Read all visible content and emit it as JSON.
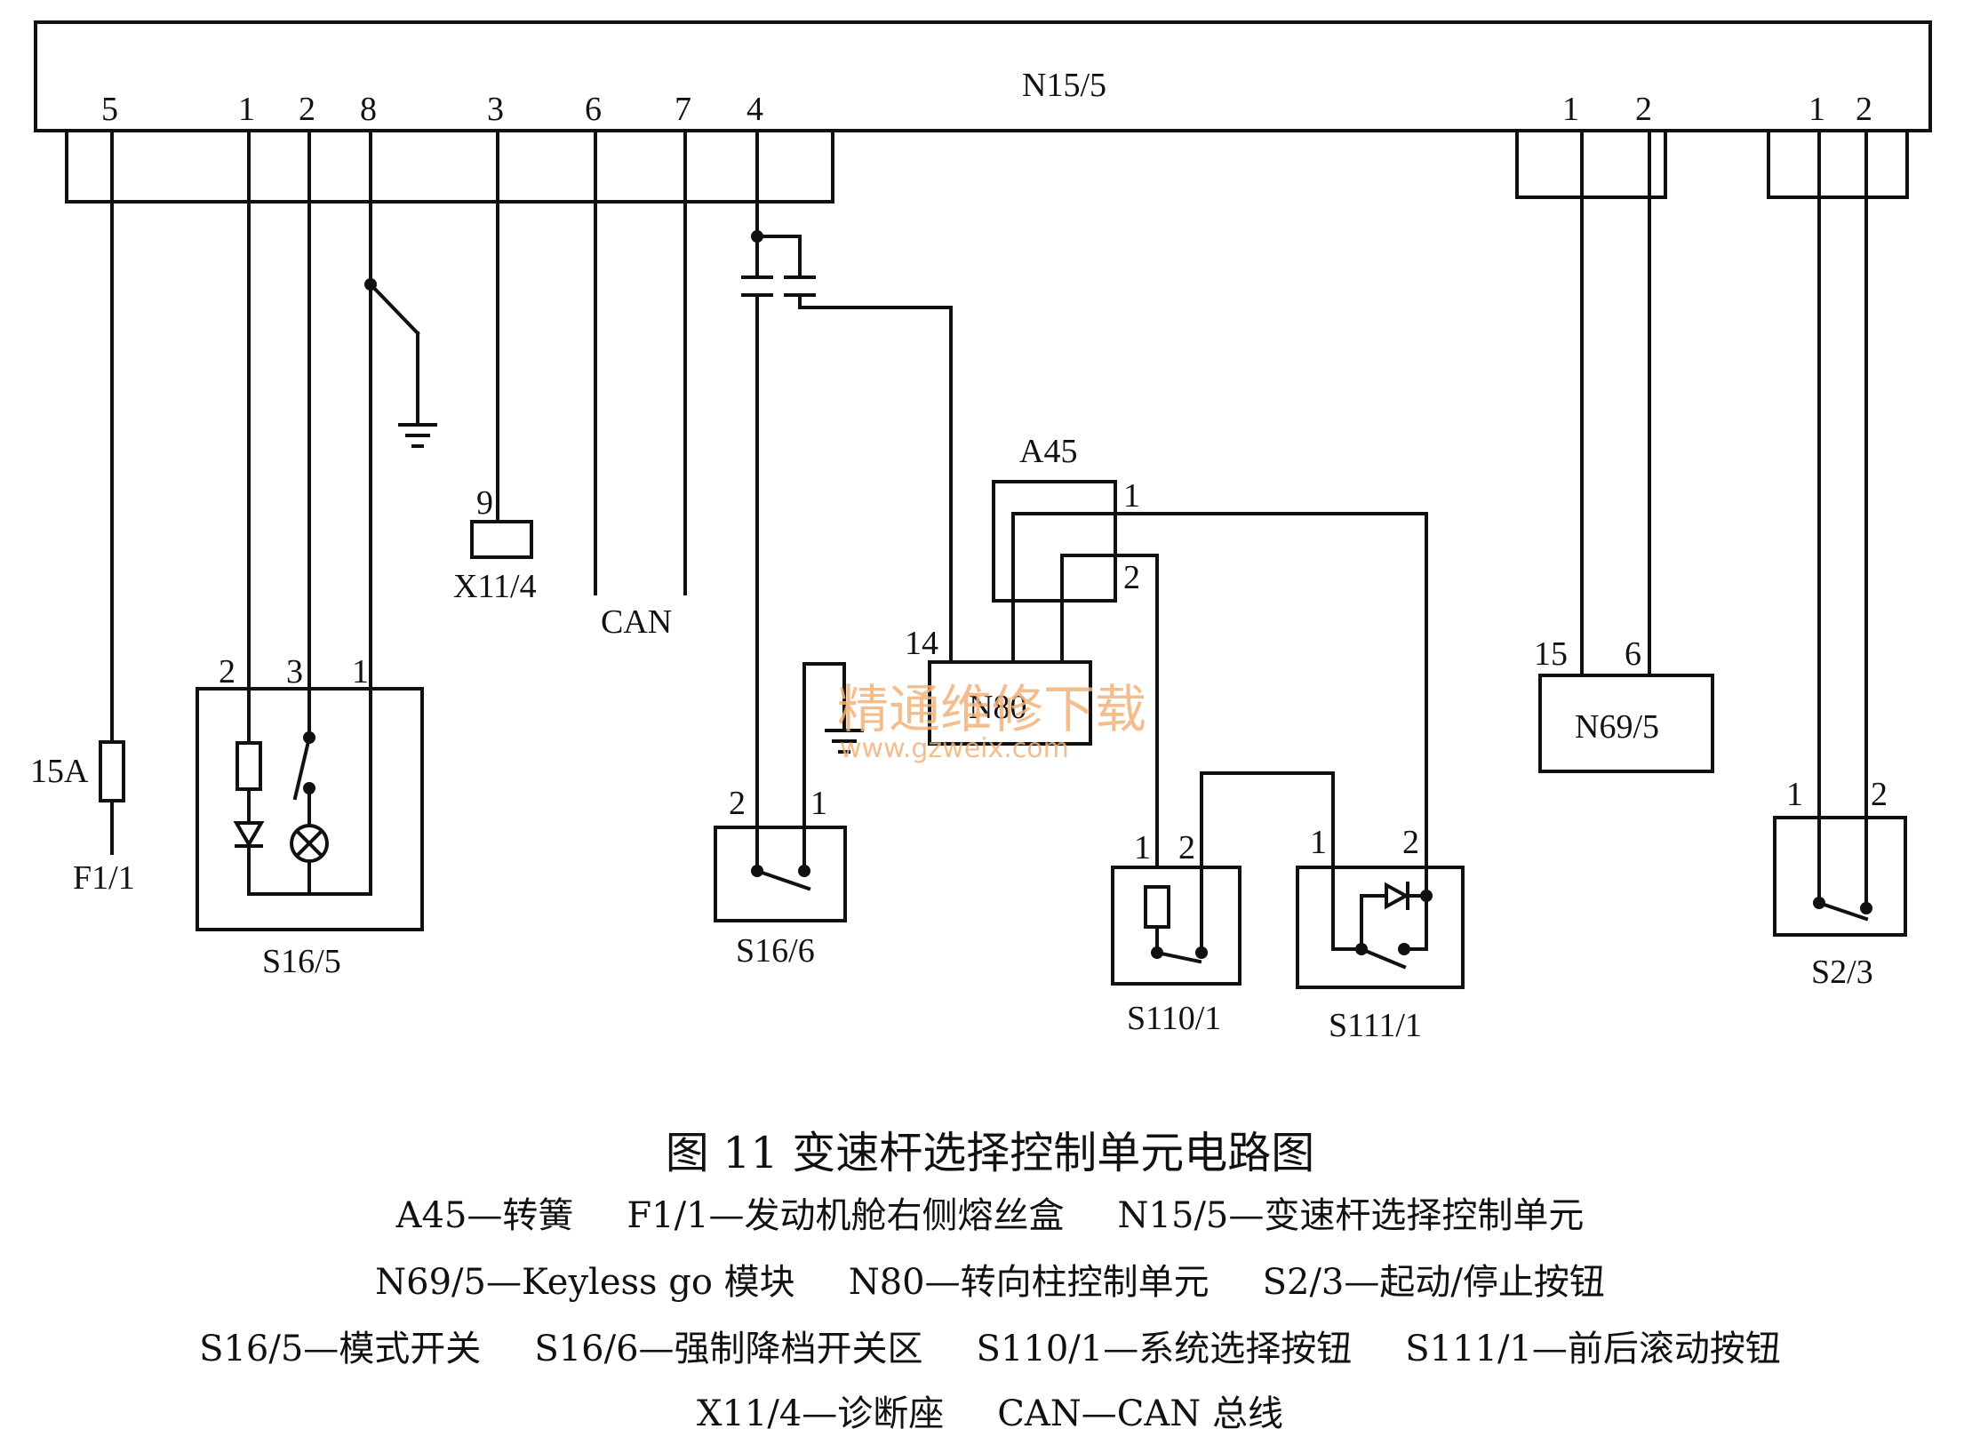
{
  "modules": {
    "n15_5": {
      "name": "N15/5",
      "pins": [
        "5",
        "1",
        "2",
        "8",
        "3",
        "6",
        "7",
        "4"
      ],
      "pins_right_a": [
        "1",
        "2"
      ],
      "pins_right_b": [
        "1",
        "2"
      ]
    },
    "a45": {
      "name": "A45",
      "pin1": "1",
      "pin2": "2"
    },
    "n80": {
      "name": "N80",
      "pin": "14"
    },
    "n69_5": {
      "name": "N69/5",
      "pin_a": "15",
      "pin_b": "6"
    },
    "x11_4": {
      "name": "X11/4",
      "pin": "9"
    },
    "can": {
      "name": "CAN"
    },
    "fuse": {
      "rating": "15A",
      "name": "F1/1"
    },
    "s16_5": {
      "name": "S16/5",
      "pin_a": "2",
      "pin_b": "3",
      "pin_c": "1"
    },
    "s16_6": {
      "name": "S16/6",
      "pin_a": "2",
      "pin_b": "1"
    },
    "s110_1": {
      "name": "S110/1",
      "pin_a": "1",
      "pin_b": "2"
    },
    "s111_1": {
      "name": "S111/1",
      "pin_a": "1",
      "pin_b": "2"
    },
    "s2_3": {
      "name": "S2/3",
      "pin_a": "1",
      "pin_b": "2"
    }
  },
  "watermark": {
    "text": "精通维修下载",
    "url": "www.gzweix.com"
  },
  "caption": {
    "title": "图 11    变速杆选择控制单元电路图",
    "legend": [
      [
        "A45—转簧",
        "F1/1—发动机舱右侧熔丝盒",
        "N15/5—变速杆选择控制单元"
      ],
      [
        "N69/5—Keyless go 模块",
        "N80—转向柱控制单元",
        "S2/3—起动/停止按钮"
      ],
      [
        "S16/5—模式开关",
        "S16/6—强制降档开关区",
        "S110/1—系统选择按钮",
        "S111/1—前后滚动按钮"
      ],
      [
        "X11/4—诊断座",
        "CAN—CAN 总线"
      ]
    ]
  },
  "colors": {
    "ink": "#111111",
    "watermark": "#f3b27a",
    "background": "#ffffff"
  }
}
